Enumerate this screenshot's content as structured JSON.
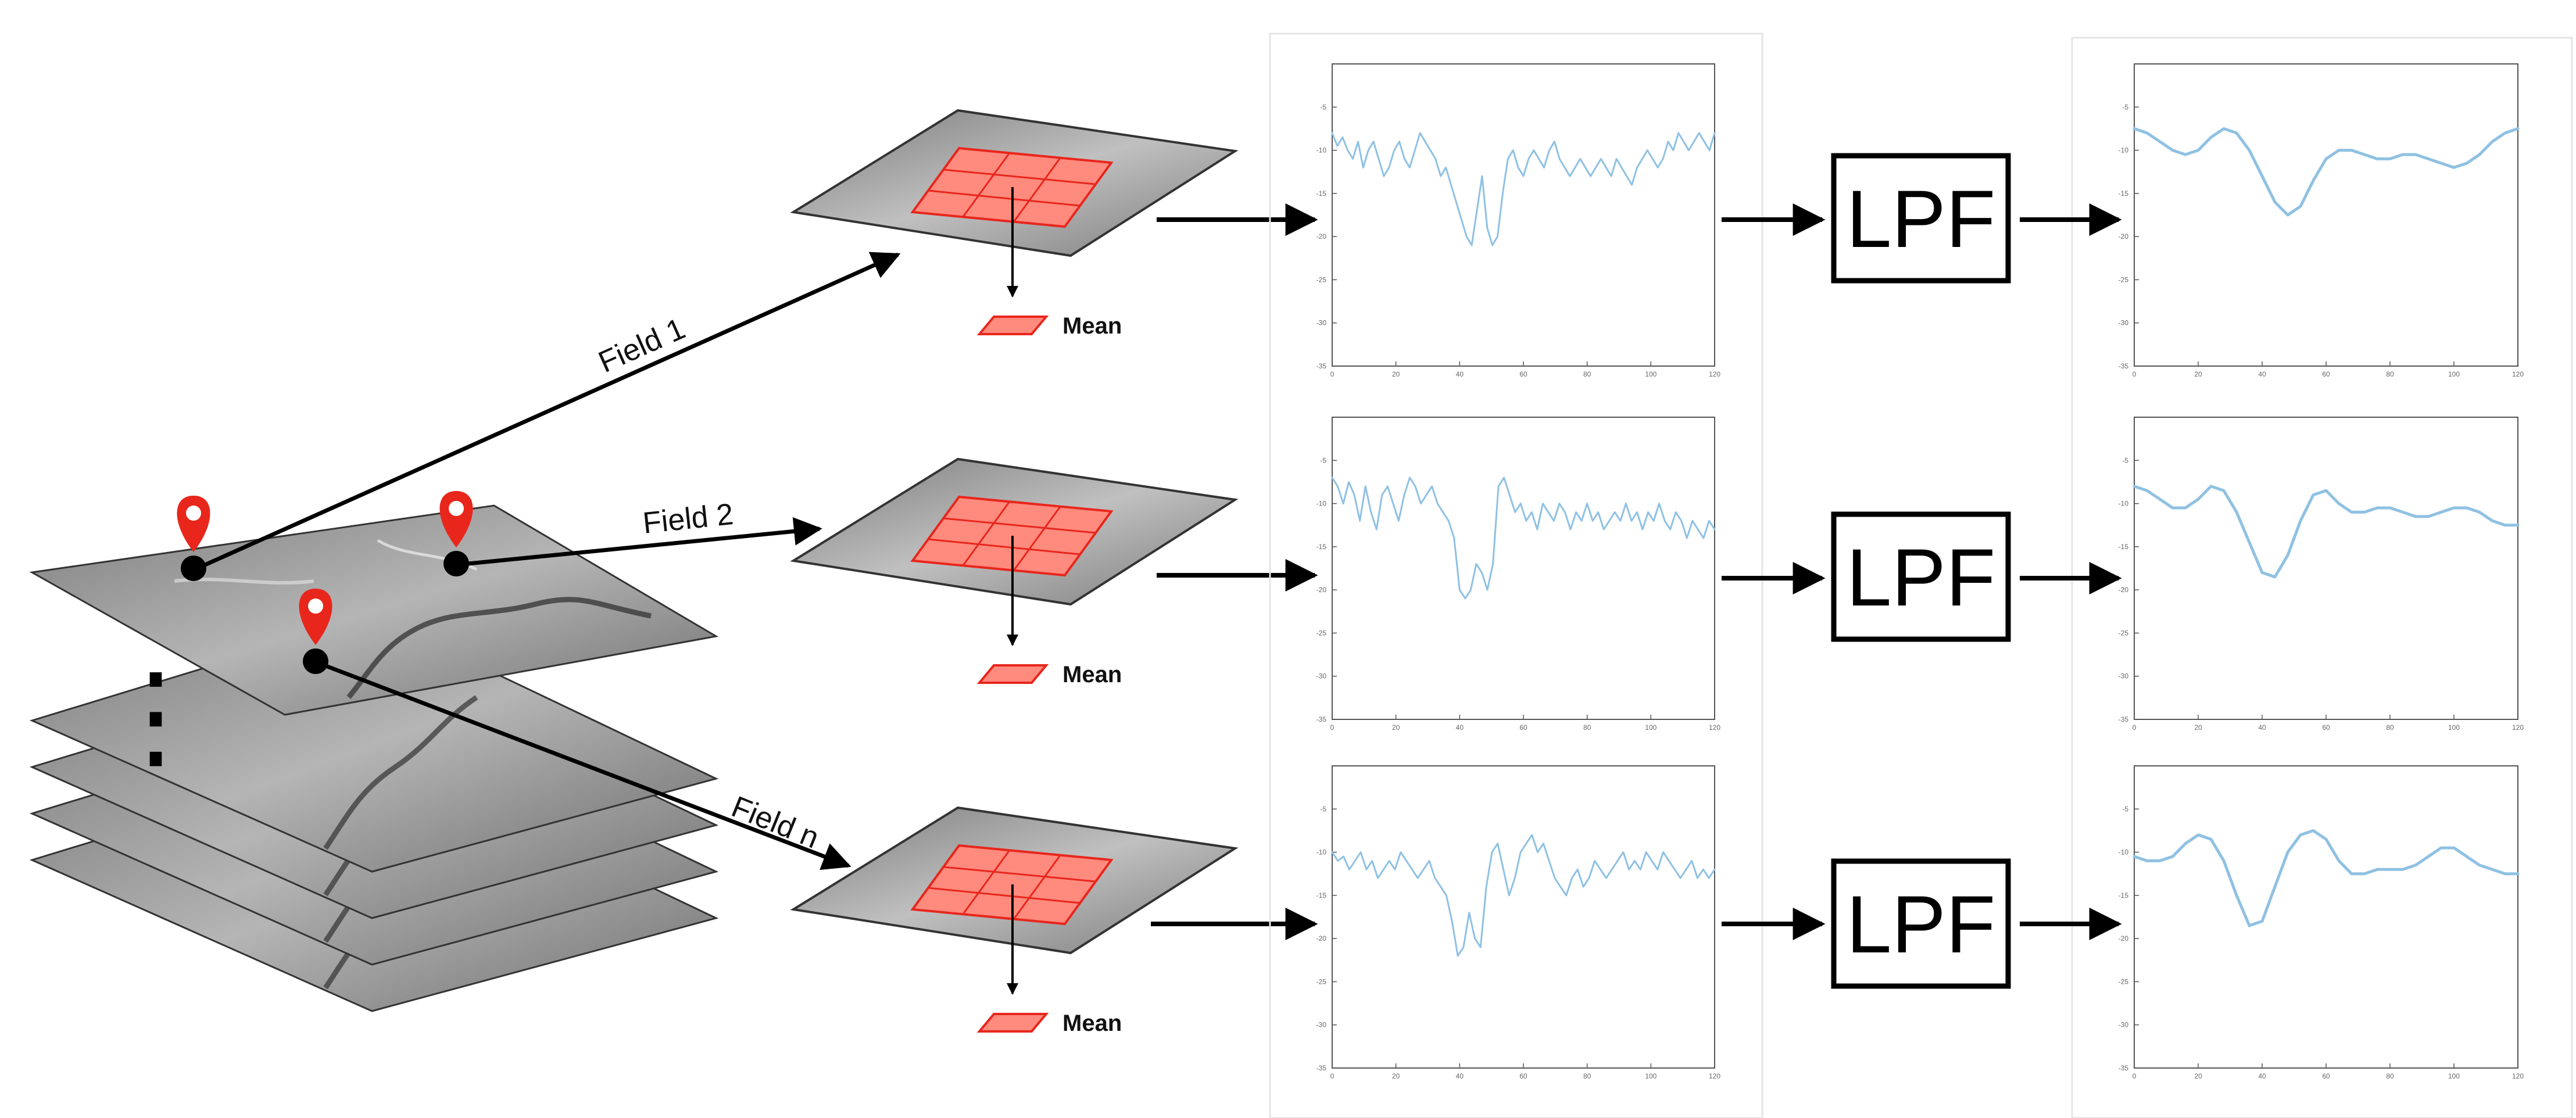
{
  "pipeline": {
    "fields": [
      {
        "label": "Field 1",
        "mean_label": "Mean",
        "filter_label": "LPF"
      },
      {
        "label": "Field 2",
        "mean_label": "Mean",
        "filter_label": "LPF"
      },
      {
        "label": "Field n",
        "mean_label": "Mean",
        "filter_label": "LPF"
      }
    ],
    "continuation_marker": "⋮"
  },
  "colors": {
    "signal": "#8fc1e3",
    "roi_fill": "#ff8a7e",
    "roi_stroke": "#e8261c",
    "pin": "#e8261c",
    "patch_fill": "#9a9a9a",
    "axes": "#555555"
  },
  "chart_data": [
    {
      "type": "line",
      "panel": "raw",
      "row": 1,
      "xlim": [
        0,
        120
      ],
      "ylim": [
        -35,
        0
      ],
      "xticks": [
        0,
        20,
        40,
        60,
        80,
        100,
        120
      ],
      "yticks": [
        -5,
        -10,
        -15,
        -20,
        -25,
        -30,
        -35
      ],
      "y": [
        -8,
        -9.5,
        -8.5,
        -10,
        -11,
        -9,
        -12,
        -10,
        -9,
        -11,
        -13,
        -12,
        -10,
        -9,
        -11,
        -12,
        -10,
        -8,
        -9,
        -10,
        -11,
        -13,
        -12,
        -14,
        -16,
        -18,
        -20,
        -21,
        -17,
        -13,
        -19,
        -21,
        -20,
        -15,
        -11,
        -10,
        -12,
        -13,
        -11,
        -10,
        -11,
        -12,
        -10,
        -9,
        -11,
        -12,
        -13,
        -12,
        -11,
        -12,
        -13,
        -12,
        -11,
        -12,
        -13,
        -11,
        -12,
        -13,
        -14,
        -12,
        -11,
        -10,
        -11,
        -12,
        -11,
        -9,
        -10,
        -8,
        -9,
        -10,
        -9,
        -8,
        -9,
        -10,
        -8
      ]
    },
    {
      "type": "line",
      "panel": "raw",
      "row": 2,
      "xlim": [
        0,
        120
      ],
      "ylim": [
        -35,
        0
      ],
      "xticks": [
        0,
        20,
        40,
        60,
        80,
        100,
        120
      ],
      "yticks": [
        -5,
        -10,
        -15,
        -20,
        -25,
        -30,
        -35
      ],
      "y": [
        -7,
        -8,
        -10,
        -7.5,
        -9,
        -12,
        -8,
        -11,
        -13,
        -9,
        -8,
        -10,
        -12,
        -9,
        -7,
        -8,
        -10,
        -9,
        -8,
        -10,
        -11,
        -12,
        -14,
        -20,
        -21,
        -20,
        -17,
        -18,
        -20,
        -17,
        -8,
        -7,
        -9,
        -11,
        -10,
        -12,
        -11,
        -13,
        -10,
        -11,
        -12,
        -10,
        -11,
        -13,
        -11,
        -12,
        -10,
        -12,
        -11,
        -13,
        -12,
        -11,
        -12,
        -10,
        -12,
        -11,
        -13,
        -11,
        -12,
        -10,
        -12,
        -13,
        -11,
        -12,
        -14,
        -12,
        -13,
        -14,
        -12,
        -13
      ]
    },
    {
      "type": "line",
      "panel": "raw",
      "row": 3,
      "xlim": [
        0,
        120
      ],
      "ylim": [
        -35,
        0
      ],
      "xticks": [
        0,
        20,
        40,
        60,
        80,
        100,
        120
      ],
      "yticks": [
        -5,
        -10,
        -15,
        -20,
        -25,
        -30,
        -35
      ],
      "y": [
        -10,
        -11,
        -10.5,
        -12,
        -11,
        -10,
        -12,
        -11,
        -13,
        -12,
        -11,
        -12,
        -10,
        -11,
        -12,
        -13,
        -12,
        -11,
        -13,
        -14,
        -15,
        -18,
        -22,
        -21,
        -17,
        -20,
        -21,
        -14,
        -10,
        -9,
        -12,
        -15,
        -13,
        -10,
        -9,
        -8,
        -10,
        -9,
        -11,
        -13,
        -14,
        -15,
        -13,
        -12,
        -14,
        -13,
        -11,
        -12,
        -13,
        -12,
        -11,
        -10,
        -12,
        -11,
        -12,
        -10,
        -11,
        -12,
        -10,
        -11,
        -12,
        -13,
        -12,
        -11,
        -13,
        -12,
        -13,
        -12
      ]
    },
    {
      "type": "line",
      "panel": "filtered",
      "row": 1,
      "xlim": [
        0,
        120
      ],
      "ylim": [
        -35,
        0
      ],
      "xticks": [
        0,
        20,
        40,
        60,
        80,
        100,
        120
      ],
      "yticks": [
        -5,
        -10,
        -15,
        -20,
        -25,
        -30,
        -35
      ],
      "y": [
        -7.5,
        -8,
        -9,
        -10,
        -10.5,
        -10,
        -8.5,
        -7.5,
        -8,
        -10,
        -13,
        -16,
        -17.5,
        -16.5,
        -13.5,
        -11,
        -10,
        -10,
        -10.5,
        -11,
        -11,
        -10.5,
        -10.5,
        -11,
        -11.5,
        -12,
        -11.5,
        -10.5,
        -9,
        -8,
        -7.5
      ]
    },
    {
      "type": "line",
      "panel": "filtered",
      "row": 2,
      "xlim": [
        0,
        120
      ],
      "ylim": [
        -35,
        0
      ],
      "xticks": [
        0,
        20,
        40,
        60,
        80,
        100,
        120
      ],
      "yticks": [
        -5,
        -10,
        -15,
        -20,
        -25,
        -30,
        -35
      ],
      "y": [
        -8,
        -8.5,
        -9.5,
        -10.5,
        -10.5,
        -9.5,
        -8,
        -8.5,
        -11,
        -14.5,
        -18,
        -18.5,
        -16,
        -12,
        -9,
        -8.5,
        -10,
        -11,
        -11,
        -10.5,
        -10.5,
        -11,
        -11.5,
        -11.5,
        -11,
        -10.5,
        -10.5,
        -11,
        -12,
        -12.5,
        -12.5
      ]
    },
    {
      "type": "line",
      "panel": "filtered",
      "row": 3,
      "xlim": [
        0,
        120
      ],
      "ylim": [
        -35,
        0
      ],
      "xticks": [
        0,
        20,
        40,
        60,
        80,
        100,
        120
      ],
      "yticks": [
        -5,
        -10,
        -15,
        -20,
        -25,
        -30,
        -35
      ],
      "y": [
        -10.5,
        -11,
        -11,
        -10.5,
        -9,
        -8,
        -8.5,
        -11,
        -15,
        -18.5,
        -18,
        -14,
        -10,
        -8,
        -7.5,
        -8.5,
        -11,
        -12.5,
        -12.5,
        -12,
        -12,
        -12,
        -11.5,
        -10.5,
        -9.5,
        -9.5,
        -10.5,
        -11.5,
        -12,
        -12.5,
        -12.5
      ]
    }
  ]
}
